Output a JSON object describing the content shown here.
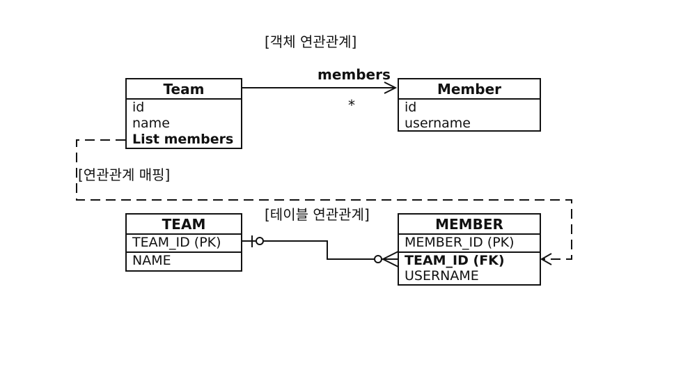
{
  "object_relation_heading": "[객체 연관관계]",
  "table_relation_heading": "[테이블 연관관계]",
  "mapping_label": "[연관관계 매핑]",
  "association": {
    "role_name": "members",
    "multiplicity": "*"
  },
  "entities": {
    "team_class": {
      "title": "Team",
      "fields": [
        "id",
        "name",
        "List members"
      ]
    },
    "member_class": {
      "title": "Member",
      "fields": [
        "id",
        "username"
      ]
    },
    "team_table": {
      "title": "TEAM",
      "fields": [
        "TEAM_ID (PK)",
        "NAME"
      ]
    },
    "member_table": {
      "title": "MEMBER",
      "fields": [
        "MEMBER_ID (PK)",
        "TEAM_ID (FK)",
        "USERNAME"
      ]
    }
  }
}
